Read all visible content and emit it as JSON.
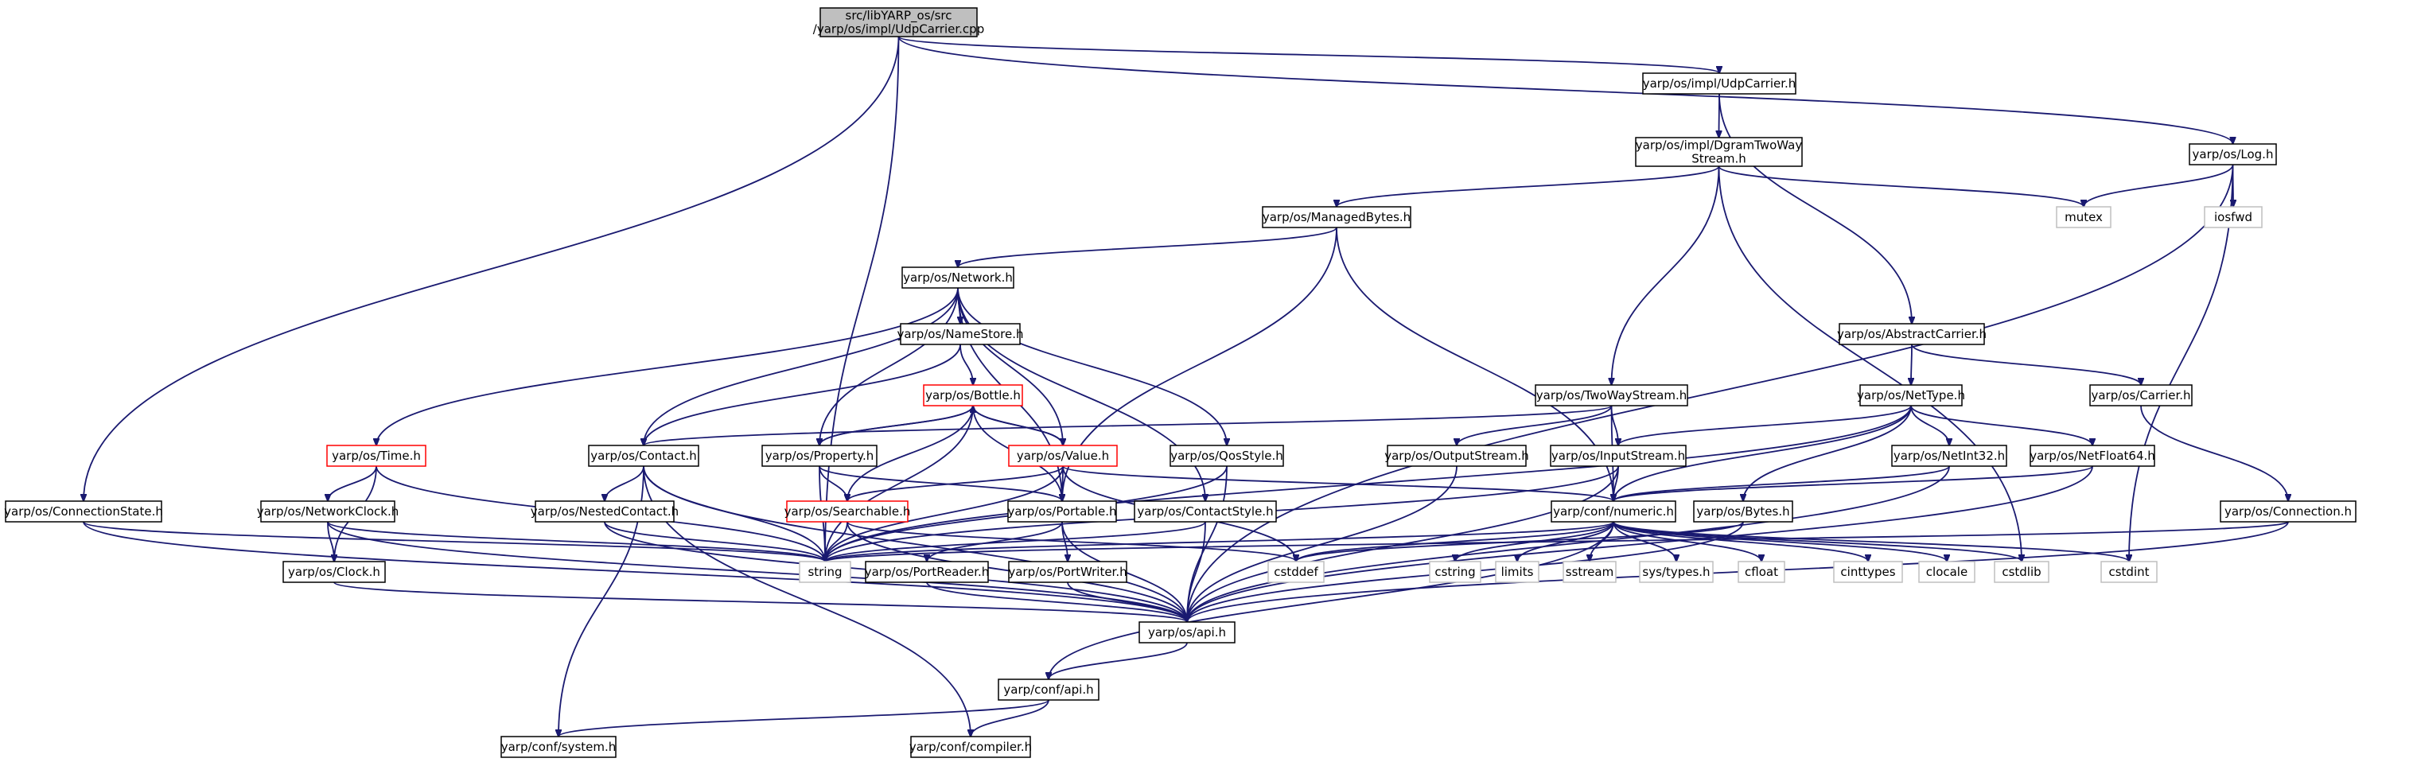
{
  "title": "",
  "nodes": {
    "root": [
      "src/libYARP_os/src",
      "/yarp/os/impl/UdpCarrier.cpp"
    ],
    "udpcarrier": [
      "yarp/os/impl/UdpCarrier.h"
    ],
    "log": [
      "yarp/os/Log.h"
    ],
    "dgram": [
      "yarp/os/impl/DgramTwoWay",
      "Stream.h"
    ],
    "mutex": [
      "mutex"
    ],
    "iosfwd": [
      "iosfwd"
    ],
    "managedbytes": [
      "yarp/os/ManagedBytes.h"
    ],
    "network": [
      "yarp/os/Network.h"
    ],
    "abstractcarrier": [
      "yarp/os/AbstractCarrier.h"
    ],
    "namestore": [
      "yarp/os/NameStore.h"
    ],
    "bottle": [
      "yarp/os/Bottle.h"
    ],
    "twowaystream": [
      "yarp/os/TwoWayStream.h"
    ],
    "nettype": [
      "yarp/os/NetType.h"
    ],
    "carrier": [
      "yarp/os/Carrier.h"
    ],
    "time": [
      "yarp/os/Time.h"
    ],
    "contact": [
      "yarp/os/Contact.h"
    ],
    "property": [
      "yarp/os/Property.h"
    ],
    "value": [
      "yarp/os/Value.h"
    ],
    "qosstyle": [
      "yarp/os/QosStyle.h"
    ],
    "outputstream": [
      "yarp/os/OutputStream.h"
    ],
    "inputstream": [
      "yarp/os/InputStream.h"
    ],
    "netint32": [
      "yarp/os/NetInt32.h"
    ],
    "netfloat64": [
      "yarp/os/NetFloat64.h"
    ],
    "connectionstate": [
      "yarp/os/ConnectionState.h"
    ],
    "networkclock": [
      "yarp/os/NetworkClock.h"
    ],
    "nestedcontact": [
      "yarp/os/NestedContact.h"
    ],
    "searchable": [
      "yarp/os/Searchable.h"
    ],
    "portable": [
      "yarp/os/Portable.h"
    ],
    "contactstyle": [
      "yarp/os/ContactStyle.h"
    ],
    "numeric": [
      "yarp/conf/numeric.h"
    ],
    "bytes": [
      "yarp/os/Bytes.h"
    ],
    "connection": [
      "yarp/os/Connection.h"
    ],
    "clock": [
      "yarp/os/Clock.h"
    ],
    "string": [
      "string"
    ],
    "portreader": [
      "yarp/os/PortReader.h"
    ],
    "portwriter": [
      "yarp/os/PortWriter.h"
    ],
    "cstddef": [
      "cstddef"
    ],
    "cstring": [
      "cstring"
    ],
    "limits": [
      "limits"
    ],
    "sstream": [
      "sstream"
    ],
    "systypes": [
      "sys/types.h"
    ],
    "cfloat": [
      "cfloat"
    ],
    "cinttypes": [
      "cinttypes"
    ],
    "clocale": [
      "clocale"
    ],
    "cstdlib": [
      "cstdlib"
    ],
    "cstdint": [
      "cstdint"
    ],
    "osapi": [
      "yarp/os/api.h"
    ],
    "confapi": [
      "yarp/conf/api.h"
    ],
    "system": [
      "yarp/conf/system.h"
    ],
    "compiler": [
      "yarp/conf/compiler.h"
    ]
  }
}
